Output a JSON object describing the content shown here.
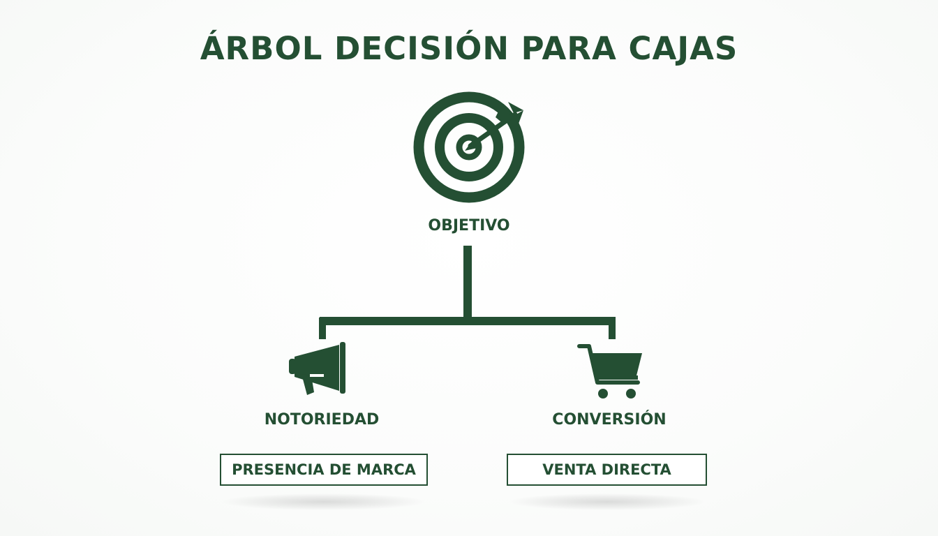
{
  "title": "ÁRBOL DECISIÓN PARA CAJAS",
  "colors": {
    "primary": "#244f33",
    "background": "#ffffff"
  },
  "root": {
    "icon": "target-icon",
    "label": "OBJETIVO"
  },
  "branches": [
    {
      "icon": "megaphone-icon",
      "label": "NOTORIEDAD",
      "box": "PRESENCIA DE MARCA"
    },
    {
      "icon": "shopping-cart-icon",
      "label": "CONVERSIÓN",
      "box": "VENTA DIRECTA"
    }
  ]
}
